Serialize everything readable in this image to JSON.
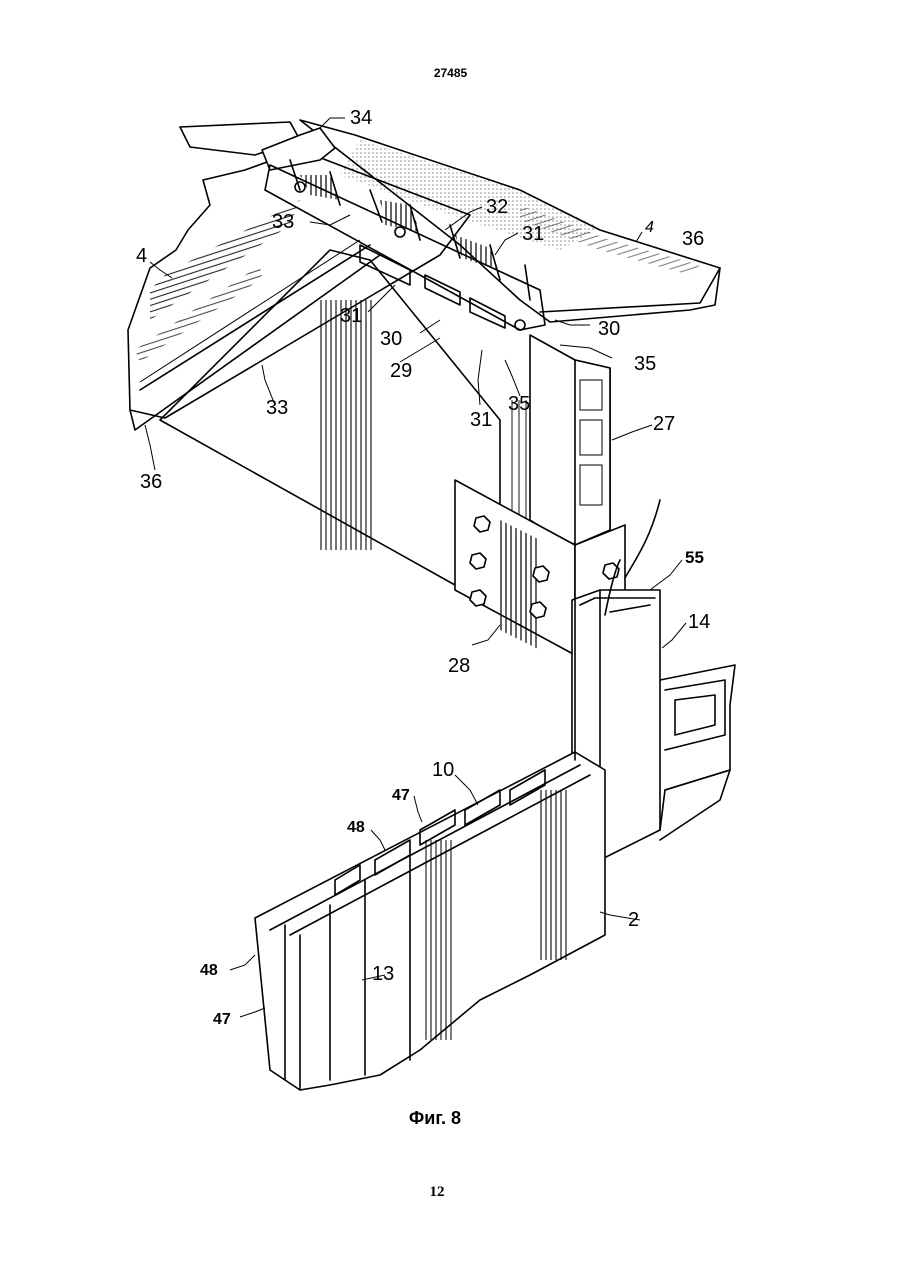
{
  "document": {
    "number": "27485",
    "figure_caption": "Фиг. 8",
    "page_number": "12"
  },
  "labels": {
    "l34": "34",
    "l33_top": "33",
    "l32": "32",
    "l31_right": "31",
    "l4_right": "4",
    "l36_right": "36",
    "l4_left": "4",
    "l31_left": "31",
    "l30_left": "30",
    "l30_right": "30",
    "l35_right": "35",
    "l29": "29",
    "l31_mid": "31",
    "l35_mid": "35",
    "l33_mid": "33",
    "l27": "27",
    "l36_left": "36",
    "l55": "55",
    "l14": "14",
    "l28": "28",
    "l10": "10",
    "l47_top": "47",
    "l48_top": "48",
    "l2": "2",
    "l48_left": "48",
    "l13": "13",
    "l47_left": "47"
  }
}
